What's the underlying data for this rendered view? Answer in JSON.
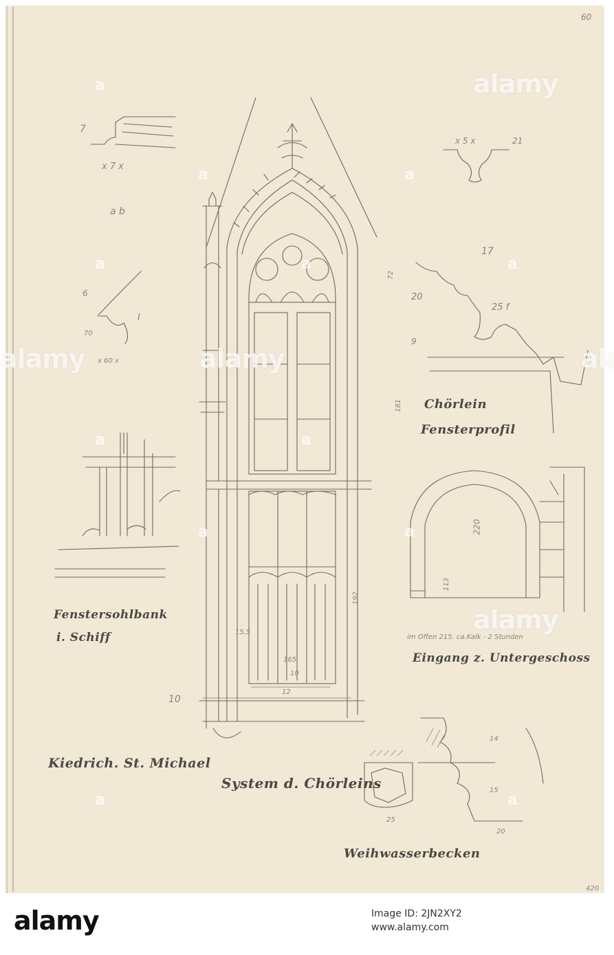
{
  "page_number": "60",
  "labels": {
    "system_window": "System d. Chörleins",
    "location": "Kiedrich. St. Michael",
    "windowsill": "Fenstersohlbank",
    "nave": "i. Schiff",
    "choerlein": "Chörlein",
    "window_profile": "Fensterprofil",
    "entrance": "Eingang z. Untergeschoss",
    "holy_water": "Weihwasserbecken"
  },
  "notes": {
    "measure_a": "7",
    "measure_b": "x 7 x",
    "ab": "a b",
    "six": "6",
    "seventy": "70",
    "sixty": "x 60 x",
    "roman_one": "I",
    "five": "x 5 x",
    "twenty_one": "21",
    "seventy_two": "72",
    "twenty": "20",
    "nine": "9",
    "seventeen": "17",
    "twenty_five_f": "25 f",
    "one_eighty_one": "181",
    "one_ninety_two": "192",
    "two_twenty": "220",
    "one_thirteen": "113",
    "one_five_five": "15,5",
    "one_sixty_five": "165",
    "ten_small": "10",
    "twelve": "12",
    "ten": "10",
    "fourteen": "14",
    "fifteen": "15",
    "twenty_b": "20",
    "twenty_five": "25",
    "offen_note": "im Offen 215. ca.Kalk - 2 Stunden",
    "corner_mark": "420"
  },
  "watermark": {
    "brand": "alamy",
    "letter": "a"
  },
  "footer": {
    "brand": "alamy",
    "image_id_label": "Image ID: 2JN2XY2",
    "site": "www.alamy.com"
  }
}
